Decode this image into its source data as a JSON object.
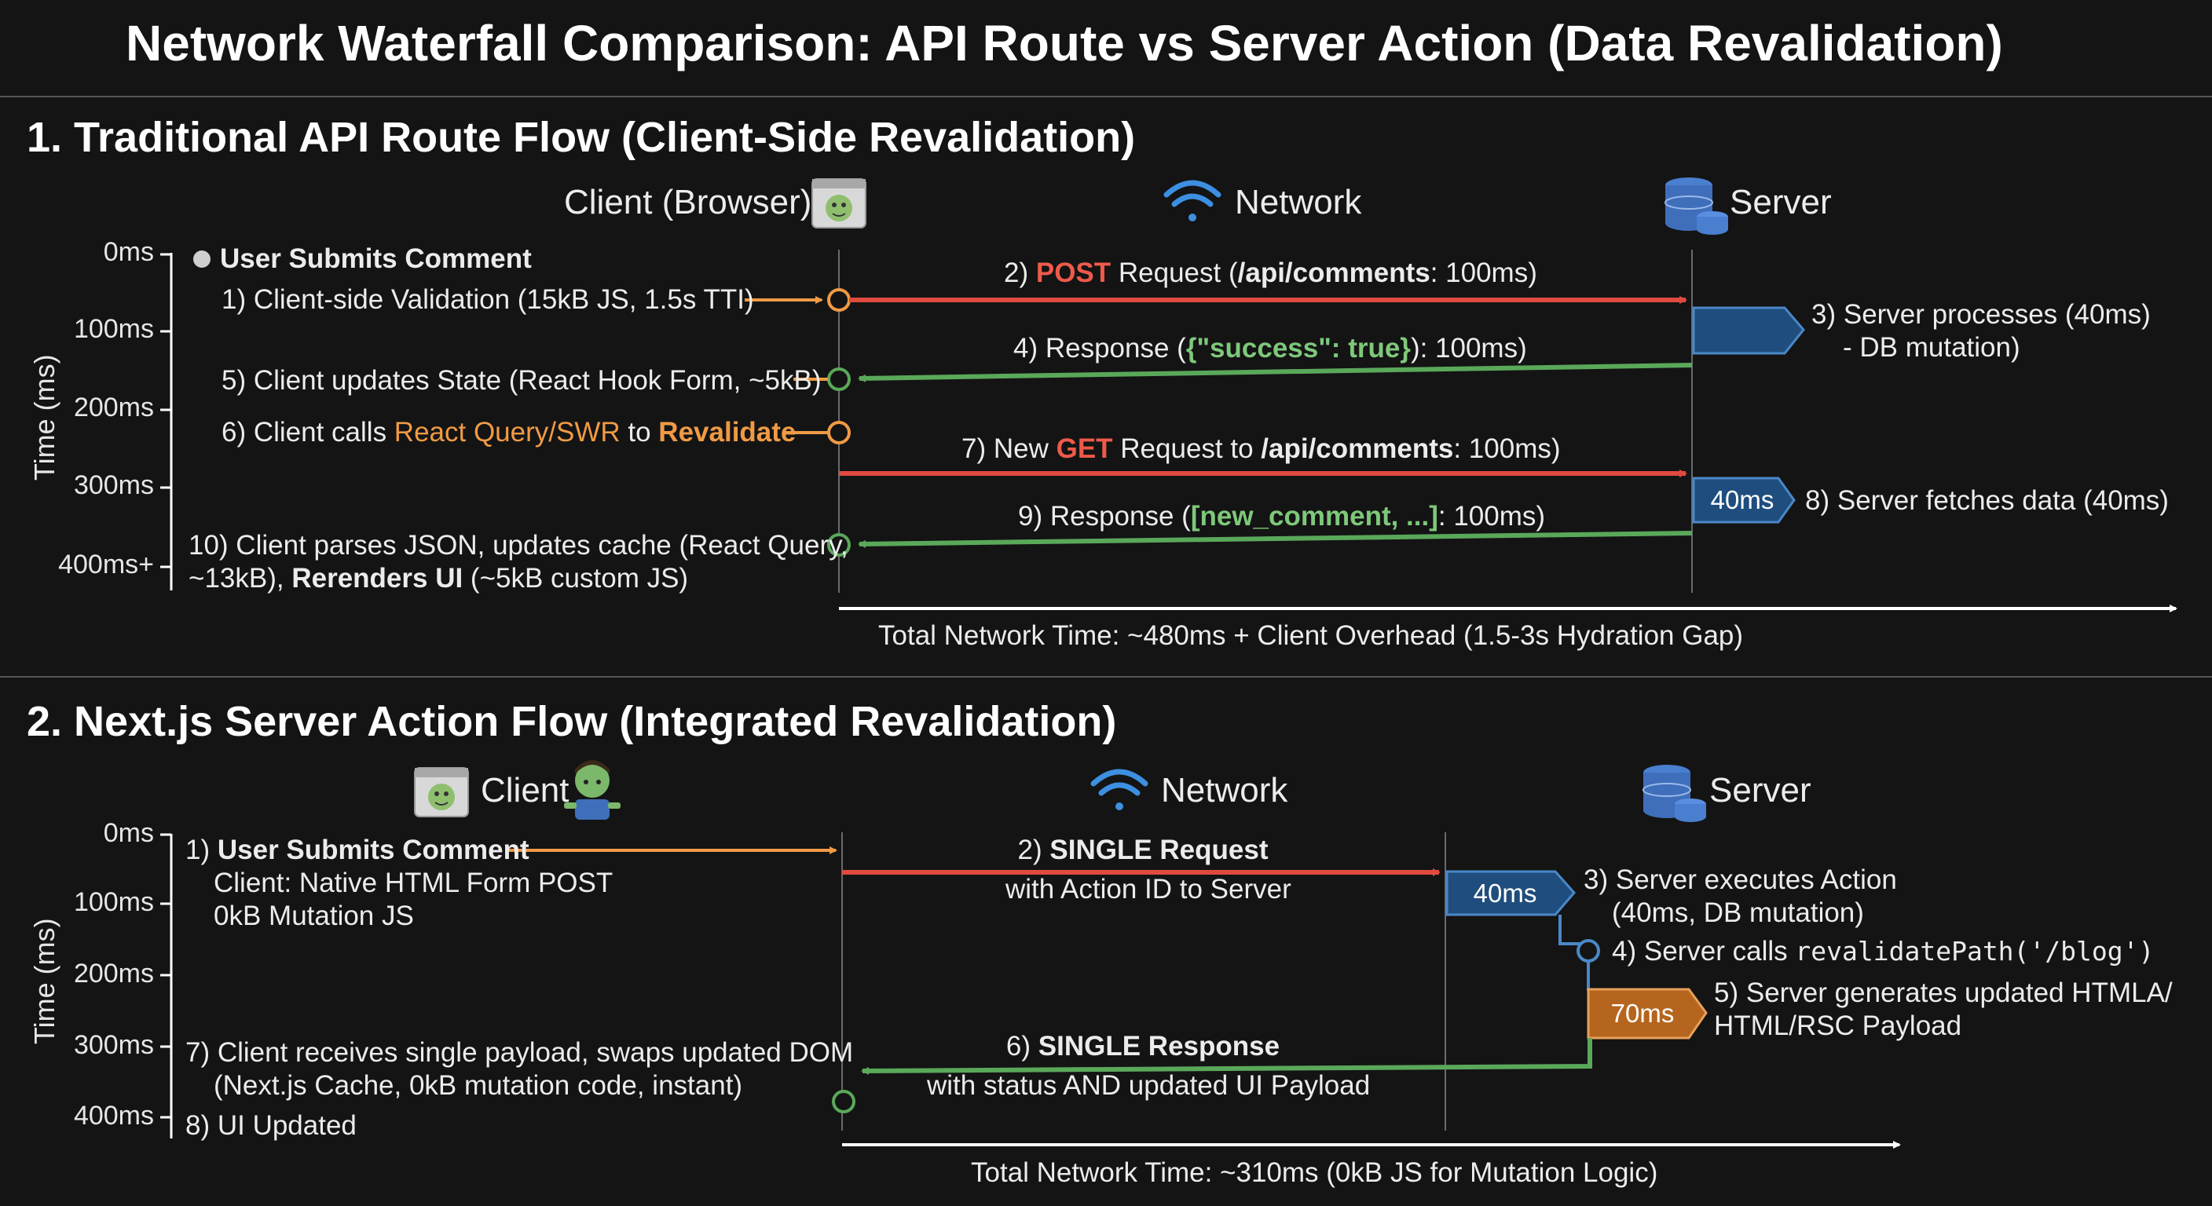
{
  "title": "Network Waterfall Comparison: API Route vs Server Action (Data Revalidation)",
  "colors": {
    "background": "#141414",
    "request": "#e04a3f",
    "response": "#5aa85a",
    "client_step": "#f09a45",
    "server_box": "#1f4e7e",
    "generate_box": "#b5651d",
    "axis": "#ffffff"
  },
  "section1": {
    "heading": "1. Traditional API Route Flow (Client-Side Revalidation)",
    "lanes": {
      "client": "Client (Browser)",
      "network": "Network",
      "server": "Server"
    },
    "axis_label": "Time (ms)",
    "ticks": [
      "0ms",
      "100ms",
      "200ms",
      "300ms",
      "400ms+"
    ],
    "steps": {
      "s0": "User Submits Comment",
      "s1": "1) Client-side Validation (15kB JS, 1.5s TTI)",
      "s2": {
        "pre": "2) ",
        "method": "POST",
        "mid": " Request (",
        "path": "/api/comments",
        "post": ": 100ms)"
      },
      "s3": {
        "line1": "3) Server processes (40ms)",
        "line2": "- DB mutation)"
      },
      "s4": {
        "pre": "4) Response (",
        "body": "{\"success\": true}",
        "post": "): 100ms)"
      },
      "s5": "5) Client updates State (React Hook Form, ~5kB)",
      "s6": {
        "pre": "6) Client calls ",
        "lib": "React Query/SWR",
        "mid": " to ",
        "action": "Revalidate"
      },
      "s7": {
        "pre": "7) New ",
        "method": "GET",
        "mid": " Request to ",
        "path": "/api/comments",
        "post": ": 100ms)"
      },
      "s8": {
        "box": "40ms",
        "text": "8) Server fetches data (40ms)"
      },
      "s9": {
        "pre": "9) Response (",
        "body": "[new_comment, ...]",
        "post": ": 100ms)"
      },
      "s10": {
        "line1": "10) Client parses JSON, updates cache (React Query,",
        "line2_pre": "~13kB), ",
        "line2_bold": "Rerenders UI",
        "line2_post": " (~5kB custom JS)"
      }
    },
    "total": "Total Network Time: ~480ms + Client Overhead (1.5-3s Hydration Gap)"
  },
  "section2": {
    "heading": "2. Next.js Server Action Flow (Integrated Revalidation)",
    "lanes": {
      "client": "Client",
      "network": "Network",
      "server": "Server"
    },
    "axis_label": "Time (ms)",
    "ticks": [
      "0ms",
      "100ms",
      "200ms",
      "300ms",
      "400ms"
    ],
    "steps": {
      "s1": {
        "pre": "1) ",
        "bold": "User Submits Comment",
        "line2": "Client: Native HTML Form POST",
        "line3": "0kB Mutation JS"
      },
      "s2": {
        "pre": "2) ",
        "bold": "SINGLE Request",
        "line2": "with Action ID to Server"
      },
      "s3": {
        "box": "40ms",
        "line1": "3) Server executes Action",
        "line2": "(40ms, DB mutation)"
      },
      "s4": {
        "pre": "4) Server calls ",
        "code": "revalidatePath('/blog')"
      },
      "s5": {
        "box": "70ms",
        "line1": "5) Server generates updated HTMLA/",
        "line2": "HTML/RSC Payload"
      },
      "s6": {
        "pre": "6) ",
        "bold": "SINGLE Response",
        "line2": "with status AND updated UI Payload"
      },
      "s7": {
        "line1": "7) Client receives single payload, swaps updated DOM",
        "line2": "(Next.js Cache, 0kB mutation code, instant)"
      },
      "s8": "8) UI Updated"
    },
    "total": "Total Network Time: ~310ms (0kB JS for Mutation Logic)"
  }
}
